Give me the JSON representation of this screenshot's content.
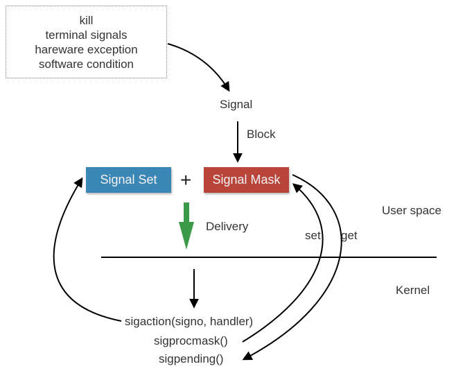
{
  "sources": {
    "items": [
      "kill",
      "terminal signals",
      "hareware exception",
      "software condition"
    ]
  },
  "nodes": {
    "signal": "Signal",
    "signal_set": "Signal Set",
    "plus": "+",
    "signal_mask": "Signal Mask"
  },
  "edges": {
    "block": "Block",
    "delivery": "Delivery",
    "set": "set",
    "get": "get"
  },
  "regions": {
    "user_space": "User space",
    "kernel": "Kernel"
  },
  "functions": {
    "sigaction": "sigaction(signo, handler)",
    "sigprocmask": "sigprocmask()",
    "sigpending": "sigpending()"
  },
  "colors": {
    "signal_set": "#3a86b5",
    "signal_mask": "#b8443a",
    "delivery_arrow": "#3a9a48"
  }
}
